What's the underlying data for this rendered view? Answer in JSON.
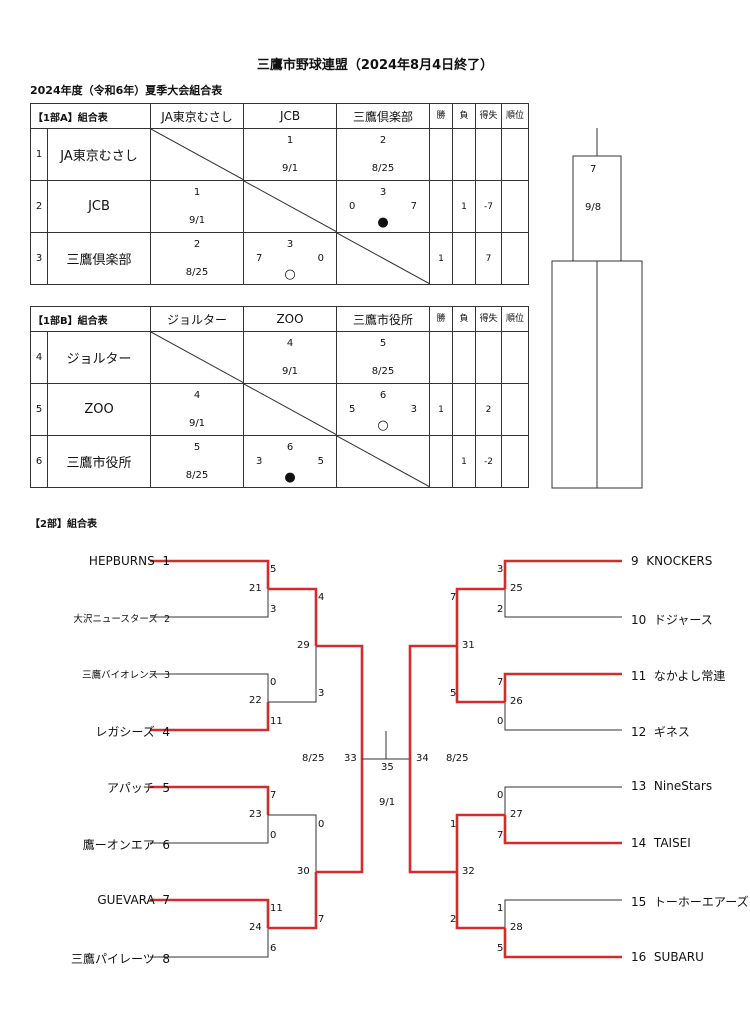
{
  "title": "三鷹市野球連盟（2024年8月4日終了）",
  "subtitle": "2024年度（令和6年）夏季大会組合表",
  "headers": {
    "win": "勝",
    "loss": "負",
    "diff": "得失",
    "rank": "順位"
  },
  "groupA": {
    "label": "【1部A】組合表",
    "teams": [
      "JA東京むさし",
      "JCB",
      "三鷹倶楽部"
    ],
    "rows": [
      {
        "no": "1",
        "name": "JA東京むさし",
        "c2": {
          "game": "1",
          "date": "9/1"
        },
        "c3": {
          "game": "2",
          "date": "8/25"
        },
        "win": "",
        "loss": "",
        "diff": "",
        "rank": ""
      },
      {
        "no": "2",
        "name": "JCB",
        "c1": {
          "game": "1",
          "date": "9/1"
        },
        "c3": {
          "game": "3",
          "left": "0",
          "right": "7",
          "mark": "●"
        },
        "win": "",
        "loss": "1",
        "diff": "-7",
        "rank": ""
      },
      {
        "no": "3",
        "name": "三鷹倶楽部",
        "c1": {
          "game": "2",
          "date": "8/25"
        },
        "c2": {
          "game": "3",
          "left": "7",
          "right": "0",
          "mark": "○"
        },
        "win": "1",
        "loss": "",
        "diff": "7",
        "rank": ""
      }
    ]
  },
  "groupB": {
    "label": "【1部B】組合表",
    "teams": [
      "ジョルター",
      "ZOO",
      "三鷹市役所"
    ],
    "rows": [
      {
        "no": "4",
        "name": "ジョルター",
        "c2": {
          "game": "4",
          "date": "9/1"
        },
        "c3": {
          "game": "5",
          "date": "8/25"
        },
        "win": "",
        "loss": "",
        "diff": "",
        "rank": ""
      },
      {
        "no": "5",
        "name": "ZOO",
        "c1": {
          "game": "4",
          "date": "9/1"
        },
        "c3": {
          "game": "6",
          "left": "5",
          "right": "3",
          "mark": "○"
        },
        "win": "1",
        "loss": "",
        "diff": "2",
        "rank": ""
      },
      {
        "no": "6",
        "name": "三鷹市役所",
        "c1": {
          "game": "5",
          "date": "8/25"
        },
        "c2": {
          "game": "6",
          "left": "3",
          "right": "5",
          "mark": "●"
        },
        "win": "",
        "loss": "1",
        "diff": "-2",
        "rank": ""
      }
    ]
  },
  "final1": {
    "game": "7",
    "date": "9/8"
  },
  "section2": "【2部】組合表",
  "left_teams": [
    {
      "no": "1",
      "name": "HEPBURNS"
    },
    {
      "no": "2",
      "name": "大沢ニュースターズ"
    },
    {
      "no": "3",
      "name": "三鷹バイオレンス"
    },
    {
      "no": "4",
      "name": "レガシーズ"
    },
    {
      "no": "5",
      "name": "アパッチ"
    },
    {
      "no": "6",
      "name": "鷹ーオンエア"
    },
    {
      "no": "7",
      "name": "GUEVARA"
    },
    {
      "no": "8",
      "name": "三鷹パイレーツ"
    }
  ],
  "right_teams": [
    {
      "no": "9",
      "name": "KNOCKERS"
    },
    {
      "no": "10",
      "name": "ドジャース"
    },
    {
      "no": "11",
      "name": "なかよし常連"
    },
    {
      "no": "12",
      "name": "ギネス"
    },
    {
      "no": "13",
      "name": "NineStars"
    },
    {
      "no": "14",
      "name": "TAISEI"
    },
    {
      "no": "15",
      "name": "トーホーエアーズ"
    },
    {
      "no": "16",
      "name": "SUBARU"
    }
  ],
  "bracket_labels": {
    "g21": "21",
    "g22": "22",
    "g23": "23",
    "g24": "24",
    "g25": "25",
    "g26": "26",
    "g27": "27",
    "g28": "28",
    "g29": "29",
    "g30": "30",
    "g31": "31",
    "g32": "32",
    "g33": "33",
    "g34": "34",
    "g35": "35",
    "s21a": "5",
    "s21b": "3",
    "s22a": "0",
    "s22b": "11",
    "s23a": "7",
    "s23b": "0",
    "s24a": "11",
    "s24b": "6",
    "s25a": "3",
    "s25b": "2",
    "s26a": "7",
    "s26b": "0",
    "s27a": "0",
    "s27b": "7",
    "s28a": "1",
    "s28b": "5",
    "s29a": "4",
    "s29b": "3",
    "s30a": "0",
    "s30b": "7",
    "s31a": "7",
    "s31b": "5",
    "s32a": "1",
    "s32b": "2",
    "d33": "8/25",
    "d34": "8/25",
    "d35": "9/1"
  },
  "colors": {
    "winner_line": "#d42b2b",
    "line": "#333333"
  }
}
